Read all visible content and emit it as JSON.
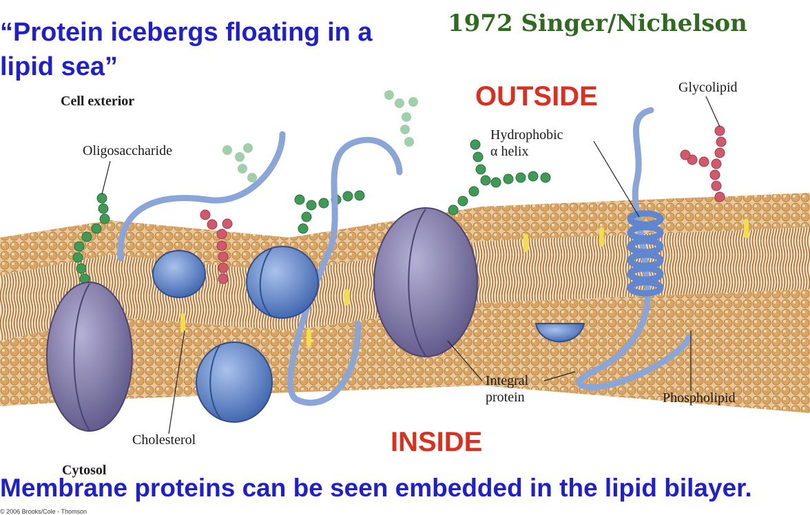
{
  "header": {
    "quote_line1": "“Protein icebergs floating in a",
    "quote_line2": "lipid sea”",
    "credit": "1972 Singer/Nichelson"
  },
  "regions": {
    "outside": "OUTSIDE",
    "inside": "INSIDE"
  },
  "labels": {
    "cell_exterior": "Cell exterior",
    "oligosaccharide": "Oligosaccharide",
    "hydrophobic_line1": "Hydrophobic",
    "hydrophobic_line2": "α helix",
    "glycolipid": "Glycolipid",
    "integral_line1": "Integral",
    "integral_line2": "protein",
    "phospholipid": "Phospholipid",
    "cholesterol": "Cholesterol",
    "cytosol": "Cytosol"
  },
  "caption": "Membrane proteins can be seen embedded in the lipid bilayer.",
  "copyright": "© 2006 Brooks/Cole - Thomson",
  "colors": {
    "quote_blue": "#1f1fcf",
    "credit_green": "#2e6b1f",
    "region_red": "#dd2e1e",
    "lipid_head": "#d9a565",
    "protein_purple": "#7d76a6",
    "protein_blue": "#5f86cf",
    "sugar_green": "#3f9a55",
    "glyco_red": "#d05a6c",
    "cholesterol_yellow": "#f3dd4a"
  }
}
